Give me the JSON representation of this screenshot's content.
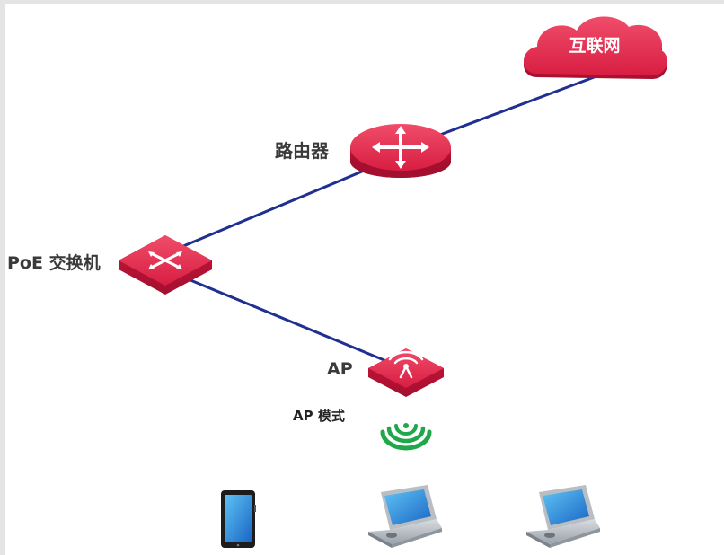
{
  "nodes": {
    "internet": {
      "label": "互联网"
    },
    "router": {
      "label": "路由器"
    },
    "poe_switch": {
      "label": "PoE 交换机"
    },
    "ap": {
      "label": "AP"
    }
  },
  "ap_mode_label": "AP 模式",
  "colors": {
    "device_red": "#e0254a",
    "link_blue": "#1f2f92",
    "wifi_green": "#1fa84a"
  },
  "clients": [
    {
      "type": "tablet"
    },
    {
      "type": "laptop"
    },
    {
      "type": "laptop"
    }
  ]
}
